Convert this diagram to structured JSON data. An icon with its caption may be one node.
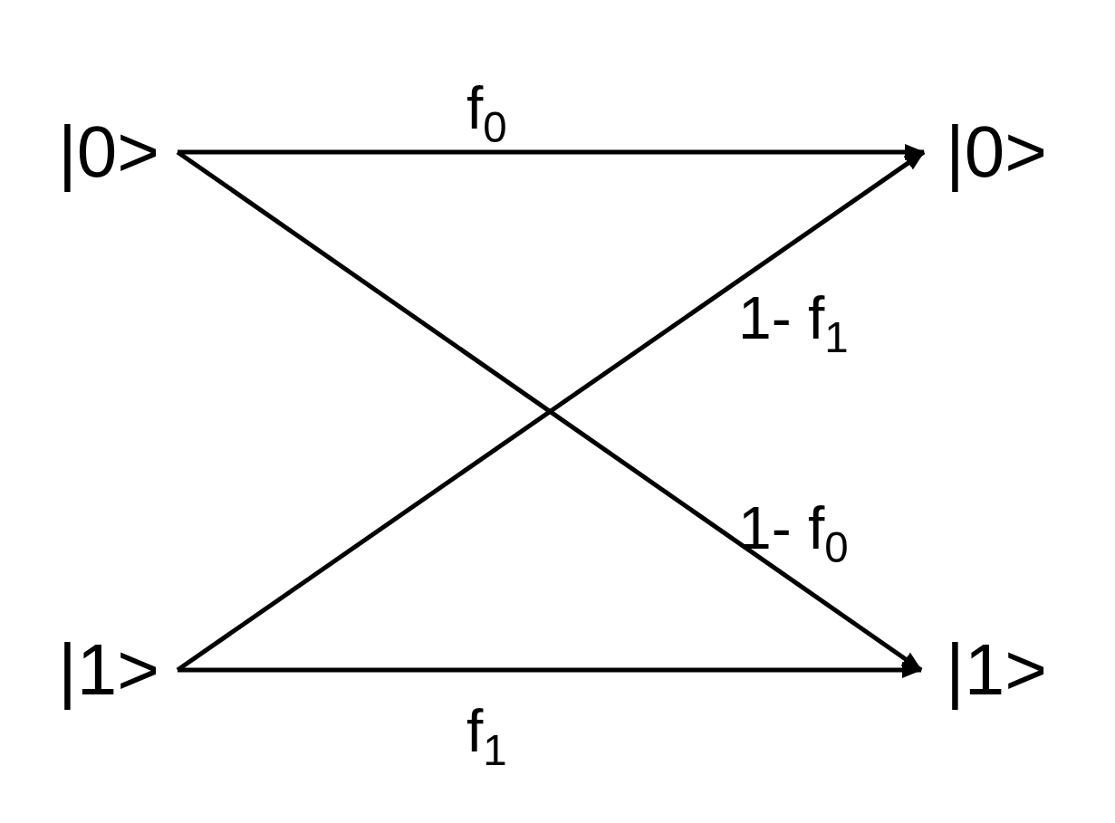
{
  "diagram": {
    "nodes": [
      {
        "text": [
          "|0>"
        ]
      },
      {
        "text": [
          "|0>"
        ]
      },
      {
        "text": [
          "|1>"
        ]
      },
      {
        "text": [
          "|1>"
        ]
      }
    ],
    "edges": [
      {
        "from": 0,
        "to": 1,
        "arrow": "to",
        "label": "f$_{0}$"
      },
      {
        "from": 2,
        "to": 1,
        "arrow": "to",
        "label": "1- f$_{1}$"
      },
      {
        "from": 0,
        "to": 3,
        "arrow": "to",
        "label": "1- f$_{0}$"
      },
      {
        "from": 2,
        "to": 3,
        "arrow": "to",
        "label": "f$_{1}$"
      }
    ]
  }
}
